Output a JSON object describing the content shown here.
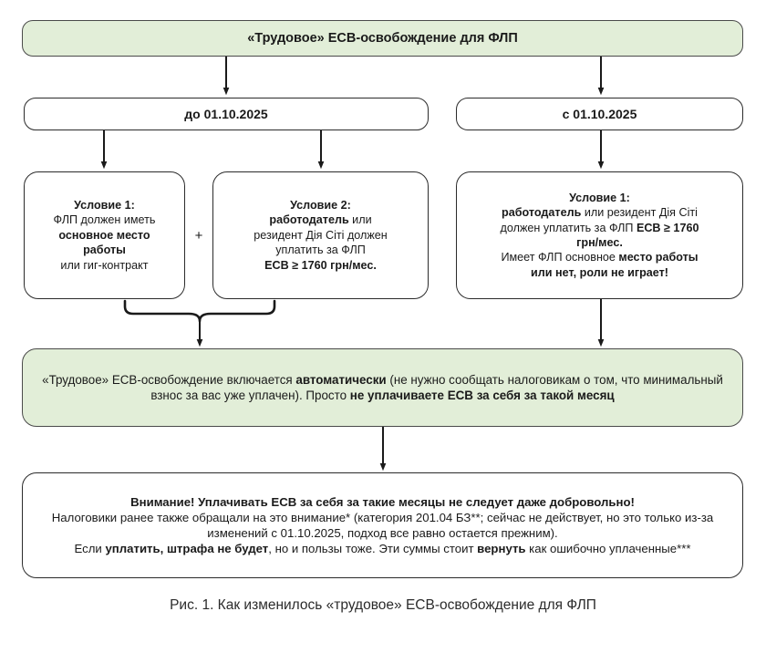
{
  "figure": {
    "title_box": "«Трудовое» ЕСВ-освобождение для ФЛП",
    "caption": "Рис. 1. Как изменилось «трудовое» ЕСВ-освобождение для ФЛП",
    "colors": {
      "green_fill": "#e2eed8",
      "border": "#2b2b2b",
      "text": "#1a1a1a",
      "white_fill": "#ffffff"
    }
  },
  "branches": {
    "left_label": "до 01.10.2025",
    "right_label": "с 01.10.2025",
    "plus": "+"
  },
  "conditions": {
    "cond1": {
      "heading": "Условие 1:",
      "line1": "ФЛП должен иметь",
      "bold1": "основное место",
      "bold2": "работы",
      "line2": "или гиг-контракт"
    },
    "cond2": {
      "heading": "Условие 2:",
      "bold1": "работодатель",
      "text1": " или",
      "line2": "резидент Дія Сіті должен",
      "line3": "уплатить за ФЛП",
      "bold2": "ЕСВ ≥ 1760 грн/мес."
    },
    "cond_right": {
      "heading": "Условие 1:",
      "bold1": "работодатель",
      "text1": " или резидент Дія Сіті",
      "text2": "должен уплатить за ФЛП ",
      "bold2": "ЕСВ ≥ 1760",
      "bold3": "грн/мес.",
      "text3": "Имеет ФЛП основное ",
      "bold4": "место работы",
      "bold5": "или нет, роли не играет!"
    }
  },
  "auto_box": {
    "text1": "«Трудовое» ЕСВ-освобождение включается ",
    "bold1": "автоматически",
    "text2": " (не нужно сообщать налоговикам о том, что минимальный взнос за вас уже уплачен). Просто ",
    "bold2": "не уплачиваете ЕСВ за себя за такой месяц"
  },
  "warning_box": {
    "bold_heading": "Внимание! Уплачивать ЕСВ за себя за такие месяцы не следует даже добровольно!",
    "text1": "Налоговики ранее также обращали на это внимание* (категория 201.04 БЗ**; сейчас не действует, но это только из-за изменений с 01.10.2025, подход все равно остается прежним).",
    "text2": "Если ",
    "bold2": "уплатить, штрафа не будет",
    "text3": ", но и пользы тоже. Эти суммы стоит ",
    "bold3": "вернуть",
    "text4": " как ошибочно уплаченные***"
  }
}
